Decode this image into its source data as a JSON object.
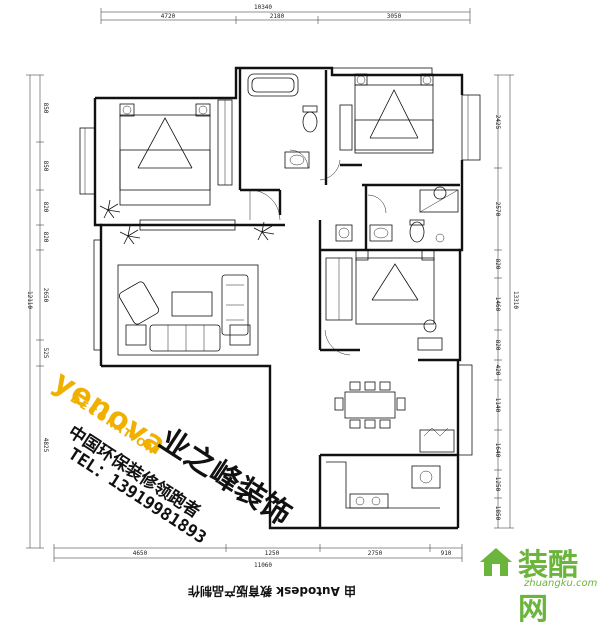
{
  "dimensions": {
    "top_total": "10340",
    "top": [
      "4720",
      "2180",
      "3050"
    ],
    "bottom_total": "11060",
    "bottom": [
      "4650",
      "1250",
      "2750",
      "910"
    ],
    "left_total": "12110",
    "left": [
      "850",
      "850",
      "820",
      "820",
      "2650",
      "525",
      "4825"
    ],
    "right_total": "13310",
    "right": [
      "2425",
      "2570",
      "820",
      "1460",
      "820",
      "420",
      "1140",
      "1640",
      "1250",
      "1850"
    ]
  },
  "branding": {
    "logo": "yenova",
    "logo_sub": "DECORATION",
    "company": "业之峰装饰",
    "tagline": "中国环保装修领跑者",
    "phone": "TEL：13919981893"
  },
  "caption": "由 Autodesk 教育版产品制作",
  "watermark": {
    "site_name": "装酷网",
    "url": "zhuangku.com",
    "accent_color": "#6bb53c"
  },
  "colors": {
    "logo": "#f0b000",
    "lines": "#111111"
  }
}
